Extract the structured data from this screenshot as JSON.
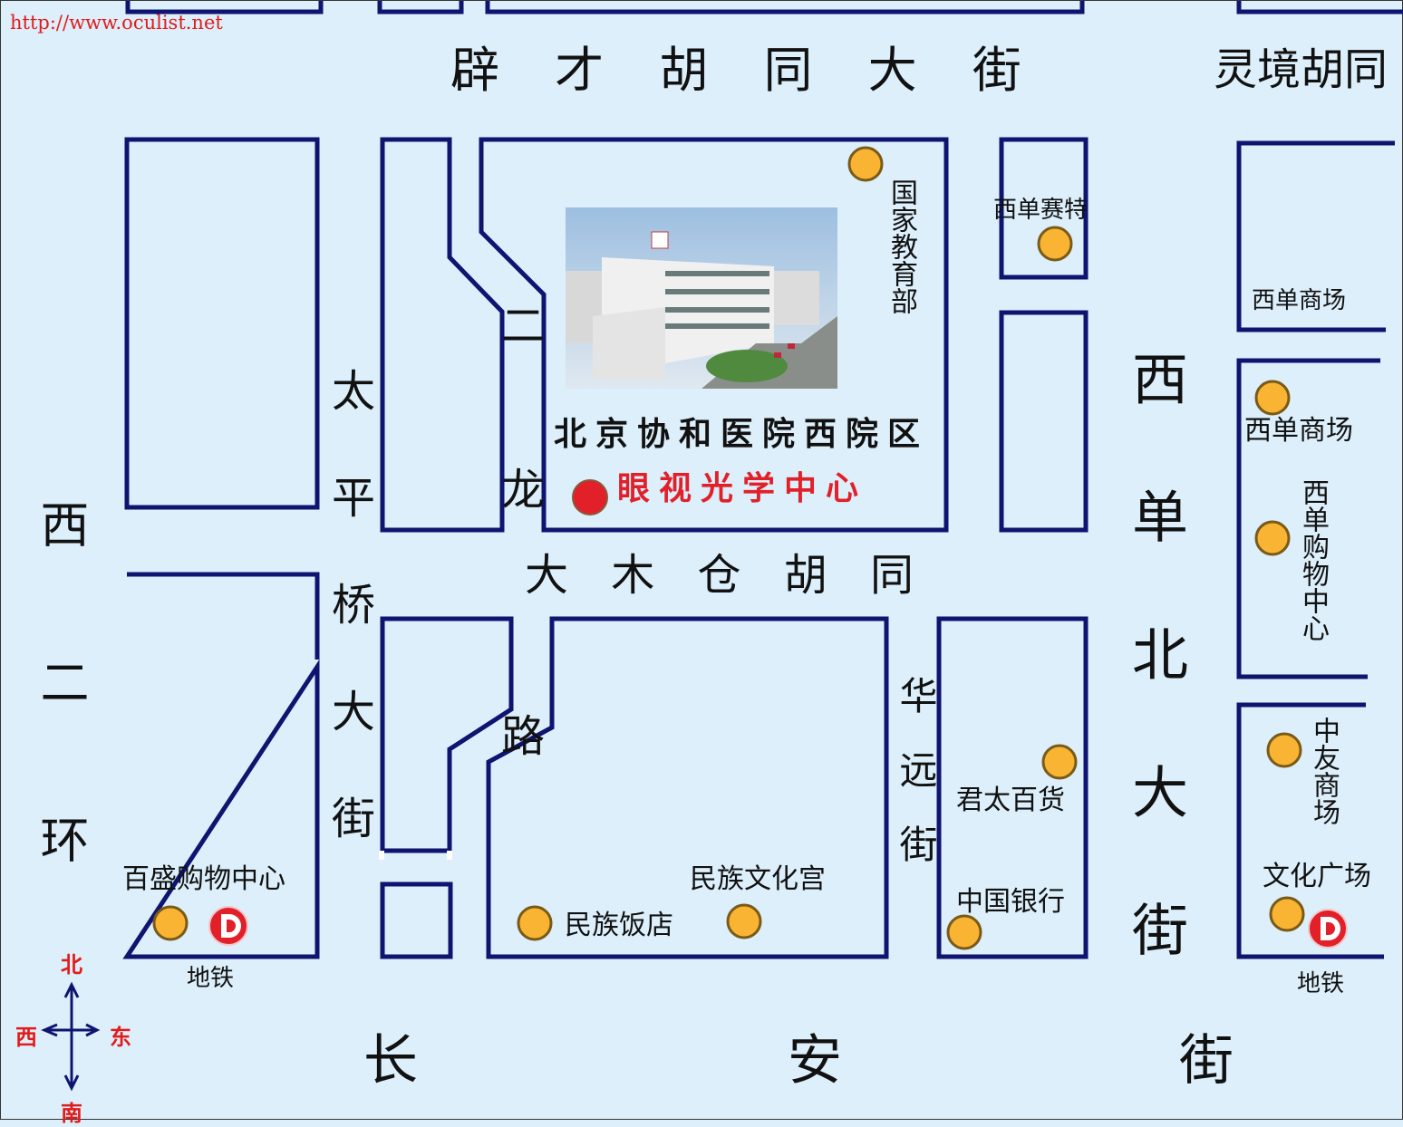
{
  "watermark": "http://www.oculist.net",
  "streets": {
    "north": "辟 才 胡 同 大 街",
    "north_east": "灵境胡同",
    "west_ring": "西二环",
    "taiping": "太平桥大街",
    "erlong_top": "二",
    "erlong_mid": "龙",
    "erlong_bottom": "路",
    "damucang": "大 木 仓 胡 同",
    "huayuan": "华远街",
    "xidan_north": "西单北大街",
    "changan_1": "长",
    "changan_2": "安",
    "changan_3": "街"
  },
  "destination": {
    "hospital": "北京协和医院西院区",
    "center": "眼视光学中心",
    "marker_color": "#e1202a"
  },
  "pois": [
    {
      "name": "国家教育部"
    },
    {
      "name": "西单赛特"
    },
    {
      "name": "西单商场"
    },
    {
      "name": "西单商场"
    },
    {
      "name": "西单购物中心"
    },
    {
      "name": "中友商场"
    },
    {
      "name": "文化广场"
    },
    {
      "name": "君太百货"
    },
    {
      "name": "中国银行"
    },
    {
      "name": "民族文化宫"
    },
    {
      "name": "民族饭店"
    },
    {
      "name": "百盛购物中心"
    }
  ],
  "subway": {
    "icon_letter": "D",
    "label_west": "地铁",
    "label_east": "地铁"
  },
  "compass": {
    "north": "北",
    "south": "南",
    "east": "东",
    "west": "西"
  },
  "colors": {
    "background": "#dceffa",
    "block_outline": "#0f1470",
    "poi_fill": "#f8b432",
    "poi_stroke": "#7a5a18",
    "subway_red": "#e1202a",
    "compass_red": "#e21b1b"
  }
}
